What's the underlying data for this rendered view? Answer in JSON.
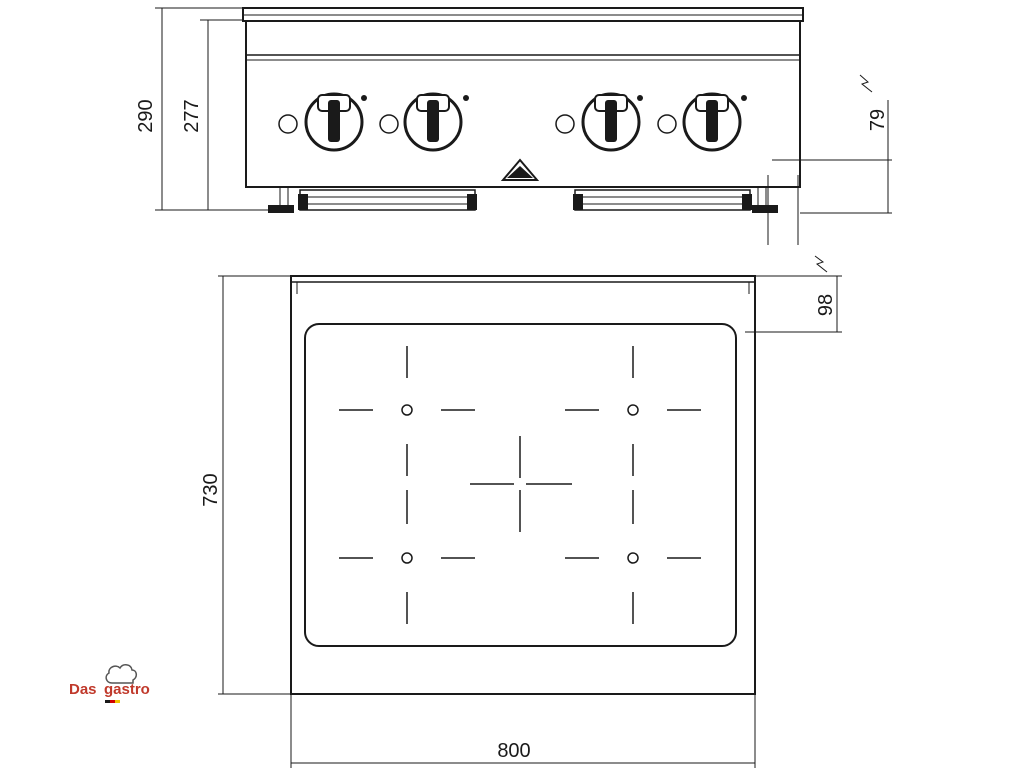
{
  "dimensions": {
    "front_total_height": "290",
    "front_body_height": "277",
    "leg_height": "79",
    "top_depth_offset": "98",
    "depth": "730",
    "width": "800"
  },
  "logo": {
    "part1": "Das",
    "part2": "gastro"
  },
  "colors": {
    "line": "#1a1a1a",
    "logo_red": "#c0392b"
  }
}
